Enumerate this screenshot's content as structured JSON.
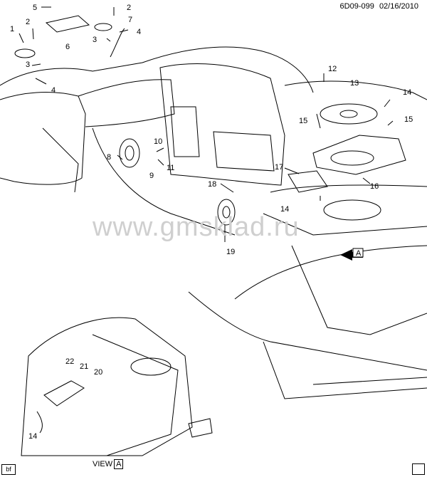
{
  "header": {
    "code": "6D09-099",
    "date": "02/16/2010"
  },
  "watermark": "www.gmsklad.ru",
  "corner_tag": "bf",
  "view": {
    "label": "VIEW",
    "ref": "A"
  },
  "arrow_ref": "A",
  "callouts": {
    "c1": "1",
    "c2a": "2",
    "c2b": "2",
    "c3a": "3",
    "c3b": "3",
    "c4a": "4",
    "c4b": "4",
    "c5": "5",
    "c6": "6",
    "c7": "7",
    "c8": "8",
    "c9": "9",
    "c10": "10",
    "c11": "11",
    "c12": "12",
    "c13": "13",
    "c14a": "14",
    "c14b": "14",
    "c14c": "14",
    "c15a": "15",
    "c15b": "15",
    "c16": "16",
    "c17": "17",
    "c18": "18",
    "c19": "19",
    "c20": "20",
    "c21": "21",
    "c22": "22"
  }
}
